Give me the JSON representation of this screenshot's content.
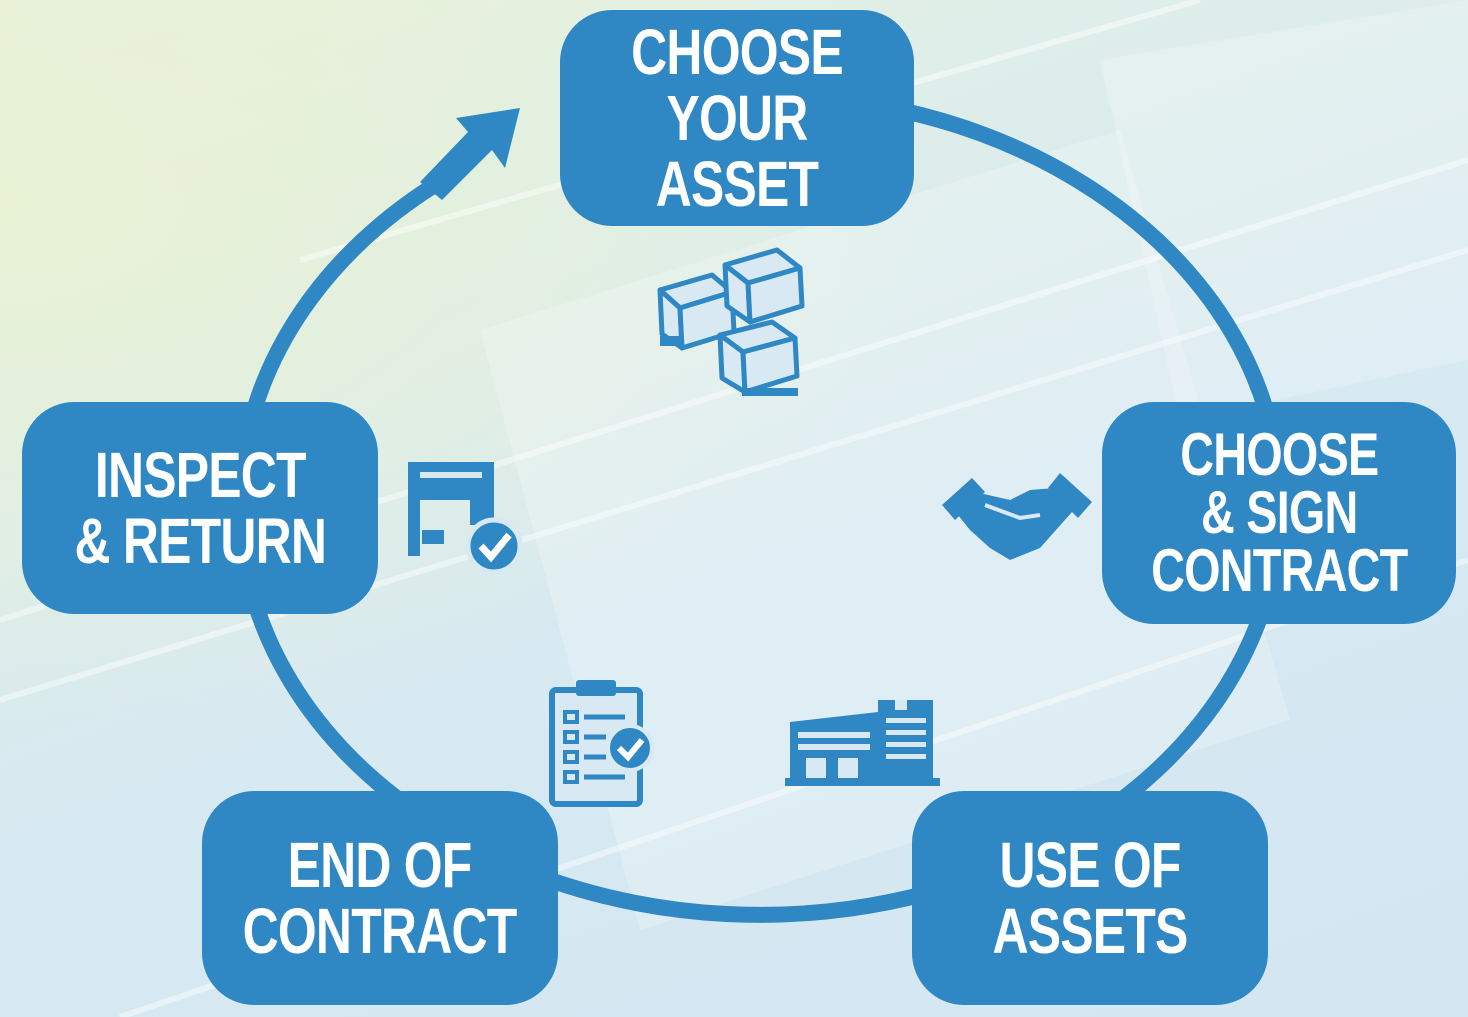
{
  "stages": [
    {
      "id": "choose",
      "label": "CHOOSE\nYOUR ASSET"
    },
    {
      "id": "contract",
      "label": "CHOOSE\n& SIGN\nCONTRACT"
    },
    {
      "id": "use",
      "label": "USE OF\nASSETS"
    },
    {
      "id": "end",
      "label": "END OF\nCONTRACT"
    },
    {
      "id": "inspect",
      "label": "INSPECT\n& RETURN"
    }
  ],
  "icons": [
    "pallet-containers-icon",
    "handshake-icon",
    "warehouse-icon",
    "checklist-icon",
    "truck-check-icon"
  ],
  "colors": {
    "accent": "#2f88c4",
    "text": "#ffffff"
  }
}
